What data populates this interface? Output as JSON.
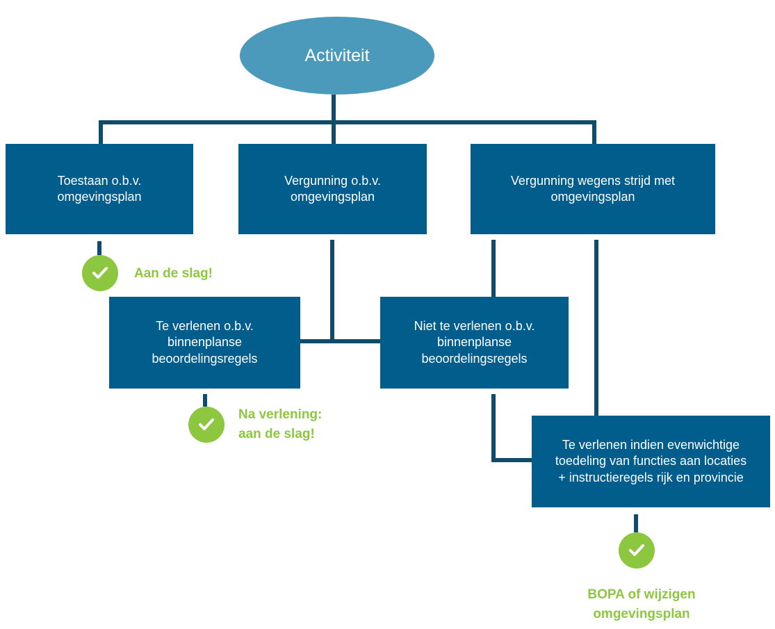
{
  "colors": {
    "box_fill": "#005d8c",
    "ellipse_fill": "#4b9abb",
    "connector": "#0f4c6b",
    "check_fill": "#8dc63f",
    "success_text": "#8dc63f"
  },
  "root": {
    "label": "Activiteit"
  },
  "level1": {
    "toestaan": "Toestaan o.b.v.\nomgevingsplan",
    "vergunning": "Vergunning o.b.v.\nomgevingsplan",
    "strijd": "Vergunning wegens strijd met\nomgevingsplan"
  },
  "level2": {
    "te_verlenen": "Te verlenen o.b.v.\nbinnenplanse\nbeoordelingsregels",
    "niet_verlenen": "Niet te verlenen o.b.v.\nbinnenplanse\nbeoordelingsregels"
  },
  "level3": {
    "evenwichtig": "Te verlenen indien evenwichtige\ntoedeling van functies aan locaties\n+ instructieregels rijk en provincie"
  },
  "outcomes": {
    "aan_de_slag": "Aan de slag!",
    "na_verlening": "Na verlening:\naan de slag!",
    "bopa": "BOPA of wijzigen\nomgevingsplan"
  },
  "icons": {
    "check": "check-circle-icon"
  }
}
